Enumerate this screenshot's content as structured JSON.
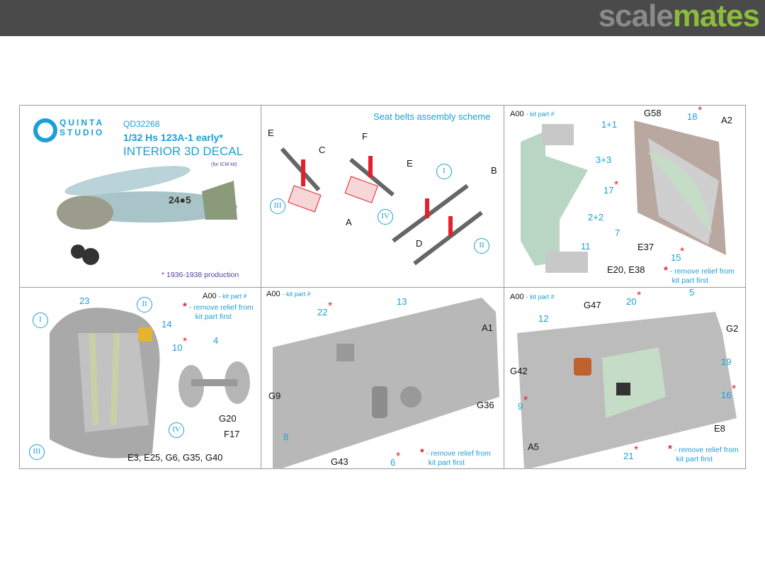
{
  "site": {
    "brand_part1": "scale",
    "brand_part2": "mates"
  },
  "panel1": {
    "logo_line1": "QUINTA",
    "logo_line2": "STUDIO",
    "code": "QD32268",
    "model": "1/32 Hs 123A-1 early*",
    "product": "INTERIOR 3D DECAL",
    "kit": "(for ICM kit)",
    "aircraft_marking": "24●5",
    "footnote": "* 1936-1938 production"
  },
  "panel2": {
    "title": "Seat belts assembly scheme",
    "labels": [
      "E",
      "C",
      "F",
      "E",
      "B",
      "A",
      "D"
    ],
    "roman": [
      "I",
      "III",
      "IV",
      "II"
    ]
  },
  "panel3": {
    "kitpart_code": "A00",
    "kitpart_text": "- kit part #",
    "labels": [
      "1+1",
      "3+3",
      "17",
      "2+2",
      "11",
      "E20, E38",
      "G58",
      "18",
      "A2",
      "7",
      "E37",
      "15"
    ],
    "note_line1": "- remove relief from",
    "note_line2": "kit part first"
  },
  "panel4": {
    "kitpart_code": "A00",
    "kitpart_text": "- kit part #",
    "note_line1": "- remove relief from",
    "note_line2": "kit part first",
    "labels": [
      "23",
      "14",
      "10",
      "4",
      "G20",
      "F17",
      "E3, E25, G6, G35, G40"
    ],
    "roman": [
      "I",
      "II",
      "IV",
      "III"
    ]
  },
  "panel5": {
    "kitpart_code": "A00",
    "kitpart_text": "- kit part #",
    "labels": [
      "22",
      "13",
      "A1",
      "G9",
      "G36",
      "8",
      "G43",
      "6"
    ],
    "note_line1": "- remove relief from",
    "note_line2": "kit part first"
  },
  "panel6": {
    "kitpart_code": "A00",
    "kitpart_text": "- kit part #",
    "labels": [
      "20",
      "5",
      "12",
      "G47",
      "G2",
      "19",
      "G42",
      "16",
      "9",
      "E8",
      "A5",
      "21"
    ],
    "note_line1": "- remove relief from",
    "note_line2": "kit part first"
  },
  "colors": {
    "accent": "#1b9fd6",
    "asterisk": "#e5202a",
    "brand_green": "#8dbb3c"
  }
}
